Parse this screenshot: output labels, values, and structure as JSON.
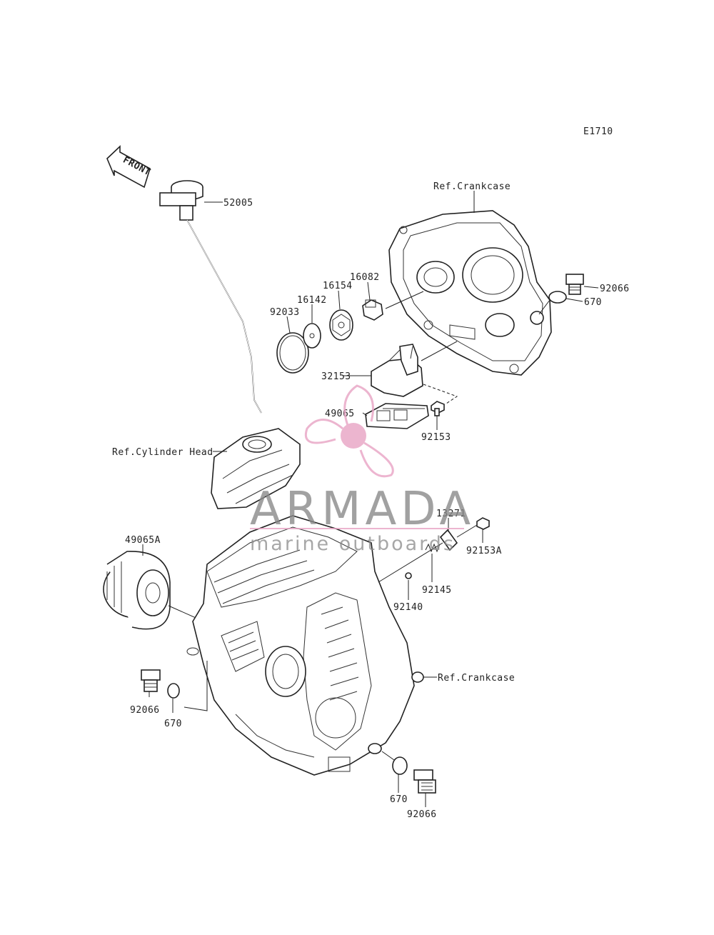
{
  "diagram_code": "E1710",
  "front_marker": "FRONT",
  "refs": {
    "crankcase_top": "Ref.Crankcase",
    "cylinder_head": "Ref.Cylinder Head",
    "crankcase_right": "Ref.Crankcase"
  },
  "parts": {
    "p52005": "52005",
    "p92066_top": "92066",
    "p670_top": "670",
    "p16082": "16082",
    "p16154": "16154",
    "p16142": "16142",
    "p92033": "92033",
    "p32153": "32153",
    "p49065": "49065",
    "p92153": "92153",
    "p13271": "13271",
    "p92153A": "92153A",
    "p92145": "92145",
    "p92140": "92140",
    "p49065A": "49065A",
    "p92066_left": "92066",
    "p670_left": "670",
    "p670_bottom": "670",
    "p92066_bottom": "92066"
  },
  "watermark": {
    "title": "ARMADA",
    "subtitle": "marine outboards",
    "accent_color": "#e8a3c4"
  }
}
